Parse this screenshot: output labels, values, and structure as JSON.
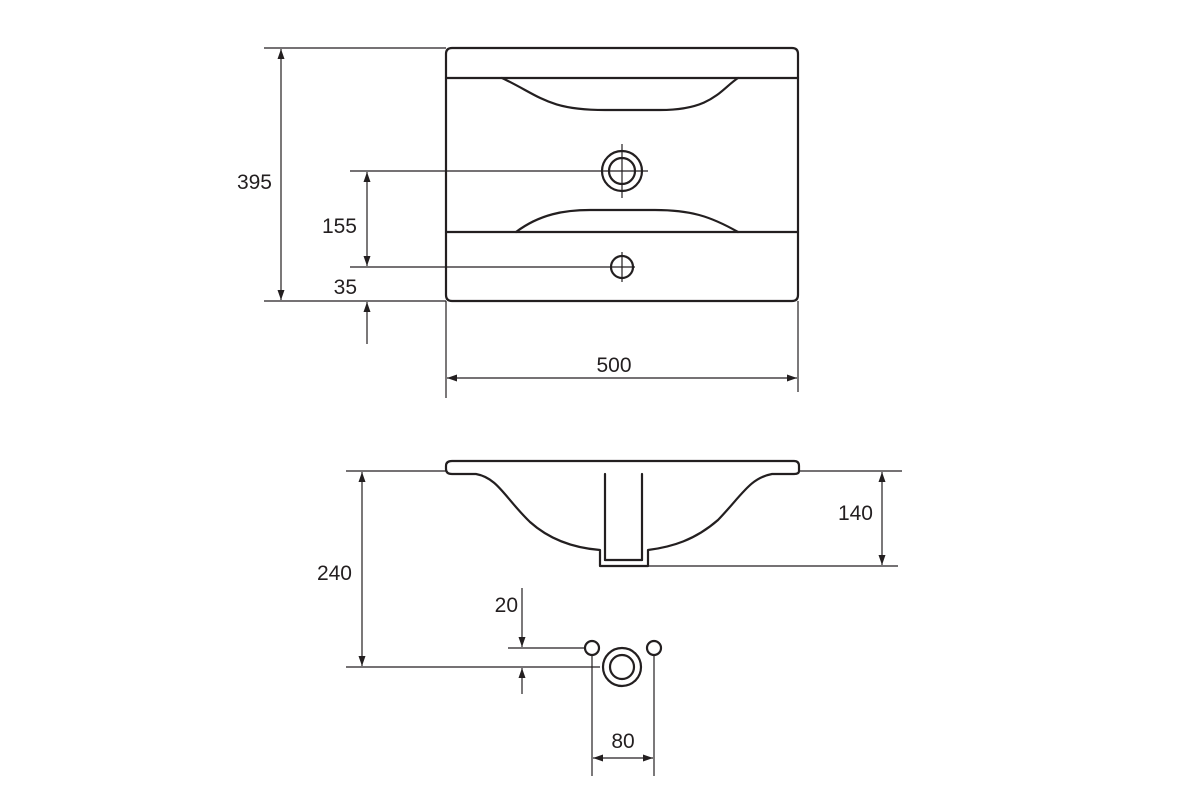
{
  "dimensions": {
    "overall_depth": "395",
    "tap_hole_offset": "155",
    "overflow_offset": "35",
    "width": "500",
    "basin_depth": "140",
    "total_height": "240",
    "waste_offset": "20",
    "fixing_spacing": "80"
  }
}
